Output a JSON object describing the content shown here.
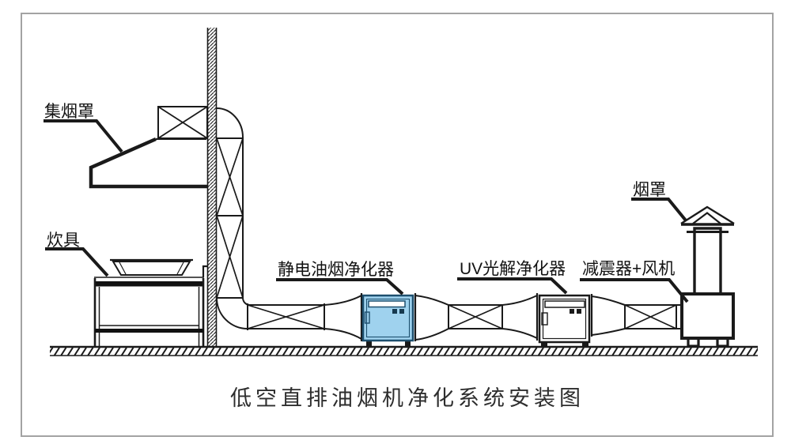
{
  "figure": {
    "title": "低空直排油烟机净化系统安装图",
    "labels": {
      "collector_hood": "集烟罩",
      "cooker": "炊具",
      "electrostatic_purifier": "静电油烟净化器",
      "uv_purifier": "UV光解净化器",
      "damper_fan": "减震器+风机",
      "smoke_cap": "烟罩"
    },
    "colors": {
      "line": "#1a1a1a",
      "esp_fill": "#9FD2EE",
      "esp_stroke": "#1D4F6E",
      "frame_border": "#a3a3a3",
      "title_color": "#2e2e2e"
    }
  }
}
